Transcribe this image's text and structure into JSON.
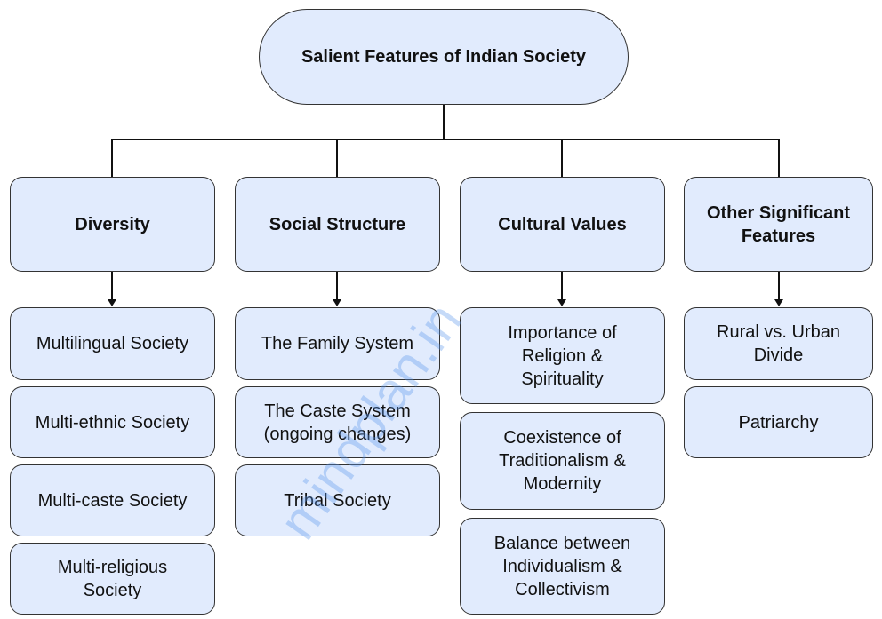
{
  "title": "Salient Features of Indian Society",
  "watermark": "mindplan.in",
  "columns": [
    {
      "heading": "Diversity",
      "items": [
        "Multilingual Society",
        "Multi-ethnic Society",
        "Multi-caste Society",
        "Multi-religious Society"
      ]
    },
    {
      "heading": "Social Structure",
      "items": [
        "The Family System",
        "The Caste System (ongoing changes)",
        "Tribal Society"
      ]
    },
    {
      "heading": "Cultural Values",
      "items": [
        "Importance of Religion & Spirituality",
        "Coexistence of Traditionalism & Modernity",
        "Balance between Individualism & Collectivism"
      ]
    },
    {
      "heading": "Other Significant Features",
      "items": [
        "Rural vs. Urban Divide",
        "Patriarchy"
      ]
    }
  ]
}
